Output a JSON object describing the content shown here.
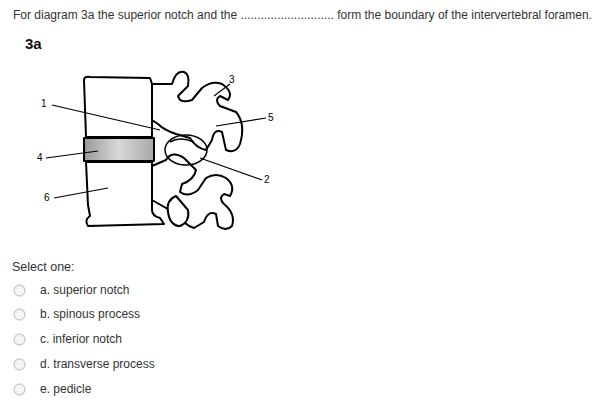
{
  "diagram": {
    "title": "For diagram 3a the superior notch and the ............................ form the boundary of the intervertebral foramen.",
    "labels": [
      "3a",
      "1",
      "3",
      "5",
      "4",
      "2",
      "6",
      "Select one:",
      "a. superior notch",
      "b. spinous process",
      "c. inferior notch",
      "d. transverse process",
      "e. pedicle"
    ]
  }
}
